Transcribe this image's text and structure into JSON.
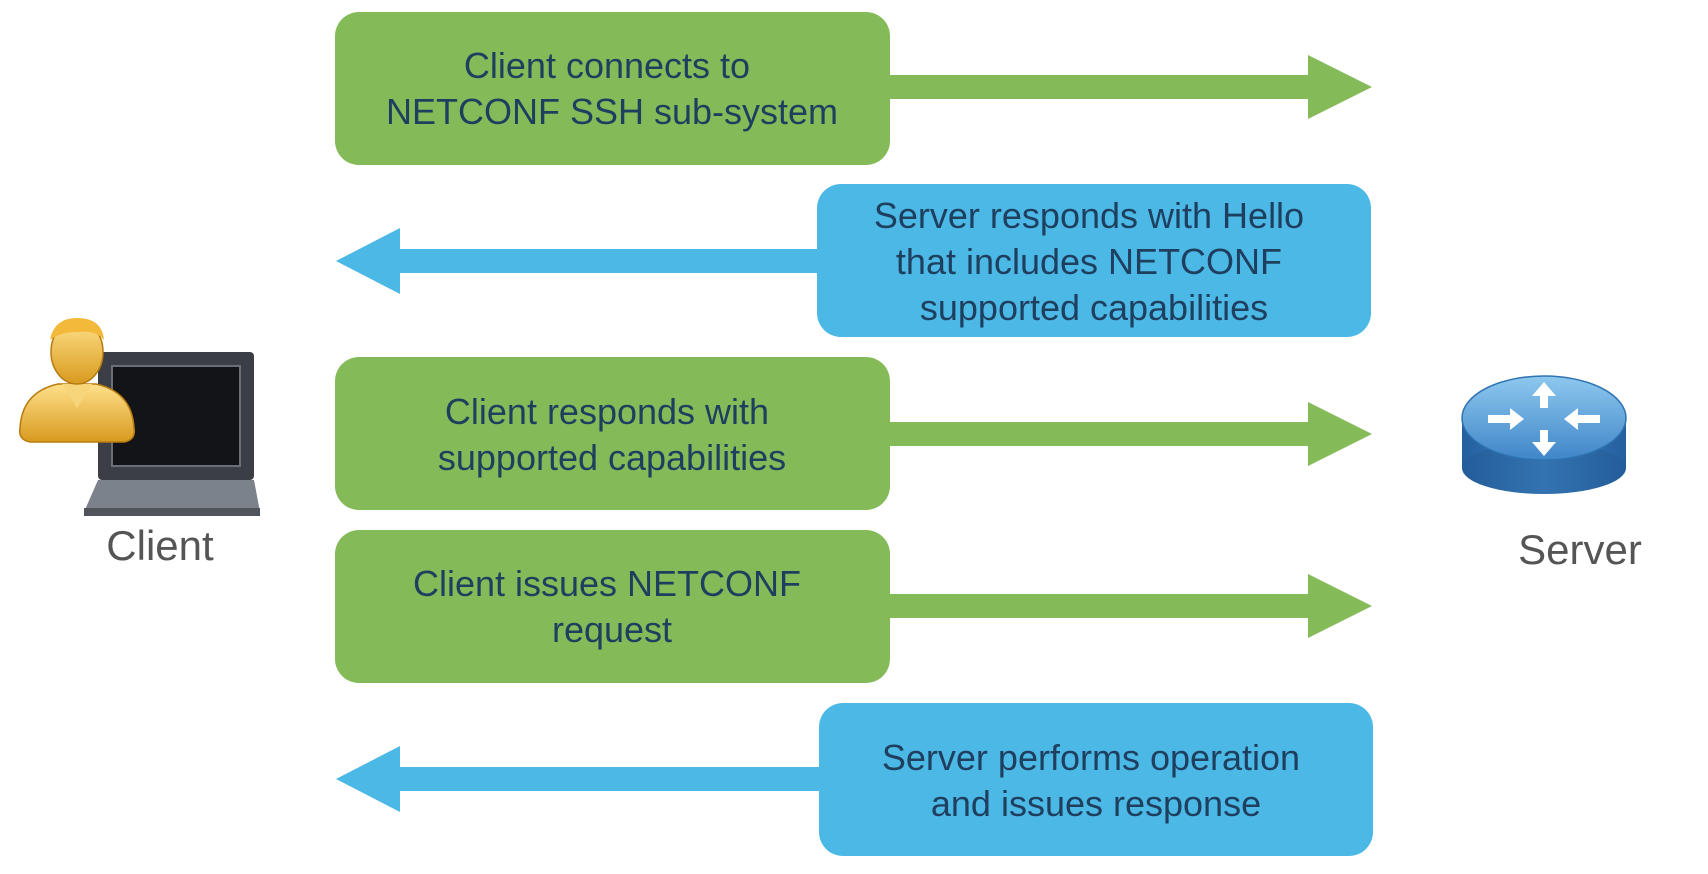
{
  "colors": {
    "client_to_server": "#84bb58",
    "server_to_client": "#4cb8e6",
    "text": "#1f3f5f",
    "node_label": "#555555"
  },
  "nodes": {
    "client": {
      "label": "Client",
      "icon": "user-laptop-icon"
    },
    "server": {
      "label": "Server",
      "icon": "router-icon"
    }
  },
  "steps": [
    {
      "direction": "client-to-server",
      "lines": [
        "Client connects to",
        "NETCONF SSH sub-system"
      ]
    },
    {
      "direction": "server-to-client",
      "lines": [
        "Server responds with Hello",
        "that includes NETCONF",
        "supported capabilities"
      ]
    },
    {
      "direction": "client-to-server",
      "lines": [
        "Client responds with",
        "supported capabilities"
      ]
    },
    {
      "direction": "client-to-server",
      "lines": [
        "Client issues NETCONF",
        "request"
      ]
    },
    {
      "direction": "server-to-client",
      "lines": [
        "Server performs operation",
        "and issues response"
      ]
    }
  ]
}
